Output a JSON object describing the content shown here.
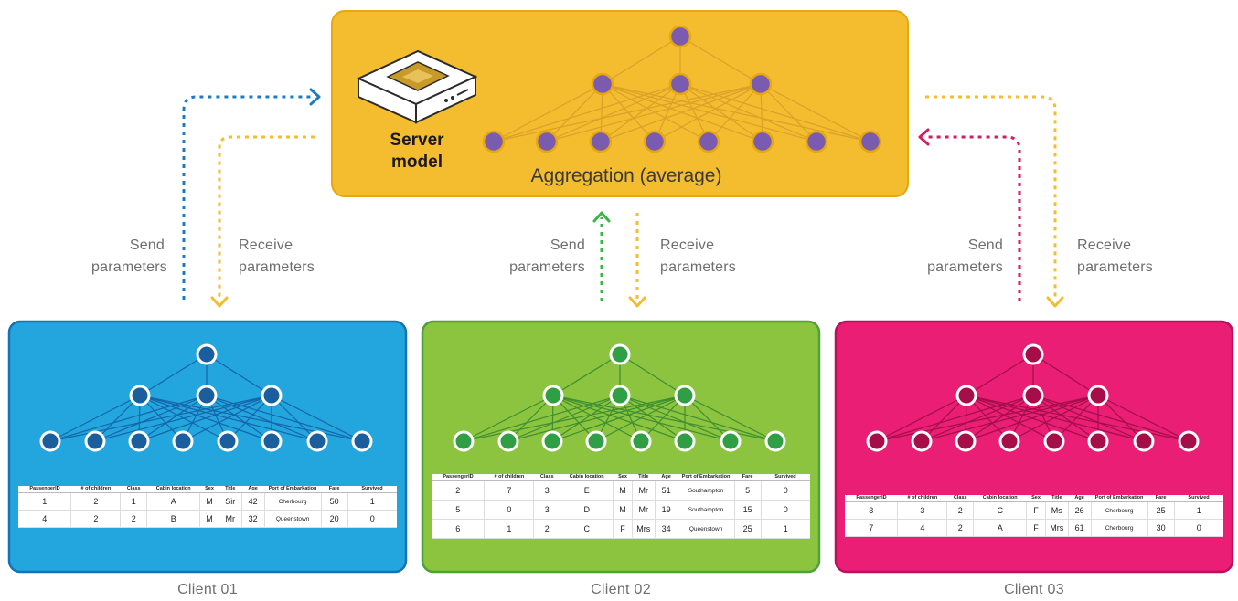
{
  "server": {
    "title": "Server model",
    "aggregation_label": "Aggregation (average)"
  },
  "flow_labels": {
    "send": "Send parameters",
    "receive": "Receive parameters"
  },
  "colors": {
    "server_fill": "#F4BC2F",
    "server_node": "#7A5BAF",
    "client01": "#23A6DE",
    "client01_node": "#1B5E9E",
    "client02": "#8CC43F",
    "client02_node": "#2F9E44",
    "client03": "#E91E74",
    "client03_node": "#A50E48",
    "send_arrow_01": "#1E7BC0",
    "send_arrow_02": "#3CB44A",
    "send_arrow_03": "#D81B60",
    "receive_arrow": "#F4BC2F"
  },
  "table_headers": [
    "PassengerID",
    "# of children",
    "Class",
    "Cabin location",
    "Sex",
    "Title",
    "Age",
    "Port of Embarkation",
    "Fare",
    "Survived"
  ],
  "clients": [
    {
      "name": "Client 01",
      "rows": [
        [
          "1",
          "2",
          "1",
          "A",
          "M",
          "Sir",
          "42",
          "Cherbourg",
          "50",
          "1"
        ],
        [
          "4",
          "2",
          "2",
          "B",
          "M",
          "Mr",
          "32",
          "Queenstown",
          "20",
          "0"
        ]
      ]
    },
    {
      "name": "Client 02",
      "rows": [
        [
          "2",
          "7",
          "3",
          "E",
          "M",
          "Mr",
          "51",
          "Southampton",
          "5",
          "0"
        ],
        [
          "5",
          "0",
          "3",
          "D",
          "M",
          "Mr",
          "19",
          "Southampton",
          "15",
          "0"
        ],
        [
          "6",
          "1",
          "2",
          "C",
          "F",
          "Mrs",
          "34",
          "Queenstown",
          "25",
          "1"
        ]
      ]
    },
    {
      "name": "Client 03",
      "rows": [
        [
          "3",
          "3",
          "2",
          "C",
          "F",
          "Ms",
          "26",
          "Cherbourg",
          "25",
          "1"
        ],
        [
          "7",
          "4",
          "2",
          "A",
          "F",
          "Mrs",
          "61",
          "Cherbourg",
          "30",
          "0"
        ]
      ]
    }
  ]
}
